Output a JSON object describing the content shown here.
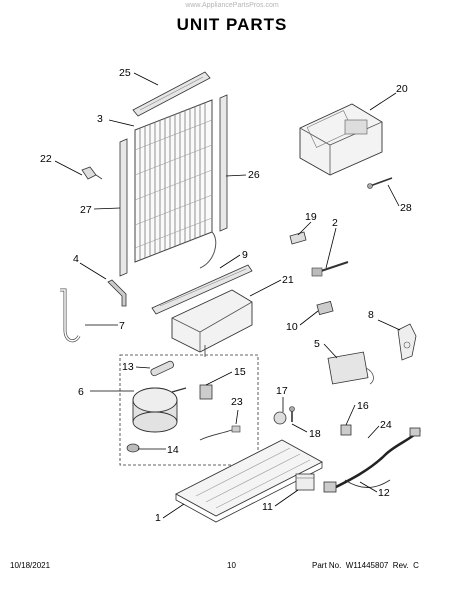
{
  "watermark": "www.AppliancePartsPros.com",
  "title": "UNIT PARTS",
  "footer": {
    "date": "10/18/2021",
    "page": "10",
    "part_no": "Part No.  W11445807  Rev.  C"
  },
  "callouts": {
    "n1": "1",
    "n2": "2",
    "n3": "3",
    "n4": "4",
    "n5": "5",
    "n6": "6",
    "n7": "7",
    "n8": "8",
    "n9": "9",
    "n10": "10",
    "n11": "11",
    "n12": "12",
    "n13": "13",
    "n14": "14",
    "n15": "15",
    "n16": "16",
    "n17": "17",
    "n18": "18",
    "n19": "19",
    "n20": "20",
    "n21": "21",
    "n22": "22",
    "n23": "23",
    "n24": "24",
    "n25": "25",
    "n26": "26",
    "n27": "27",
    "n28": "28"
  }
}
